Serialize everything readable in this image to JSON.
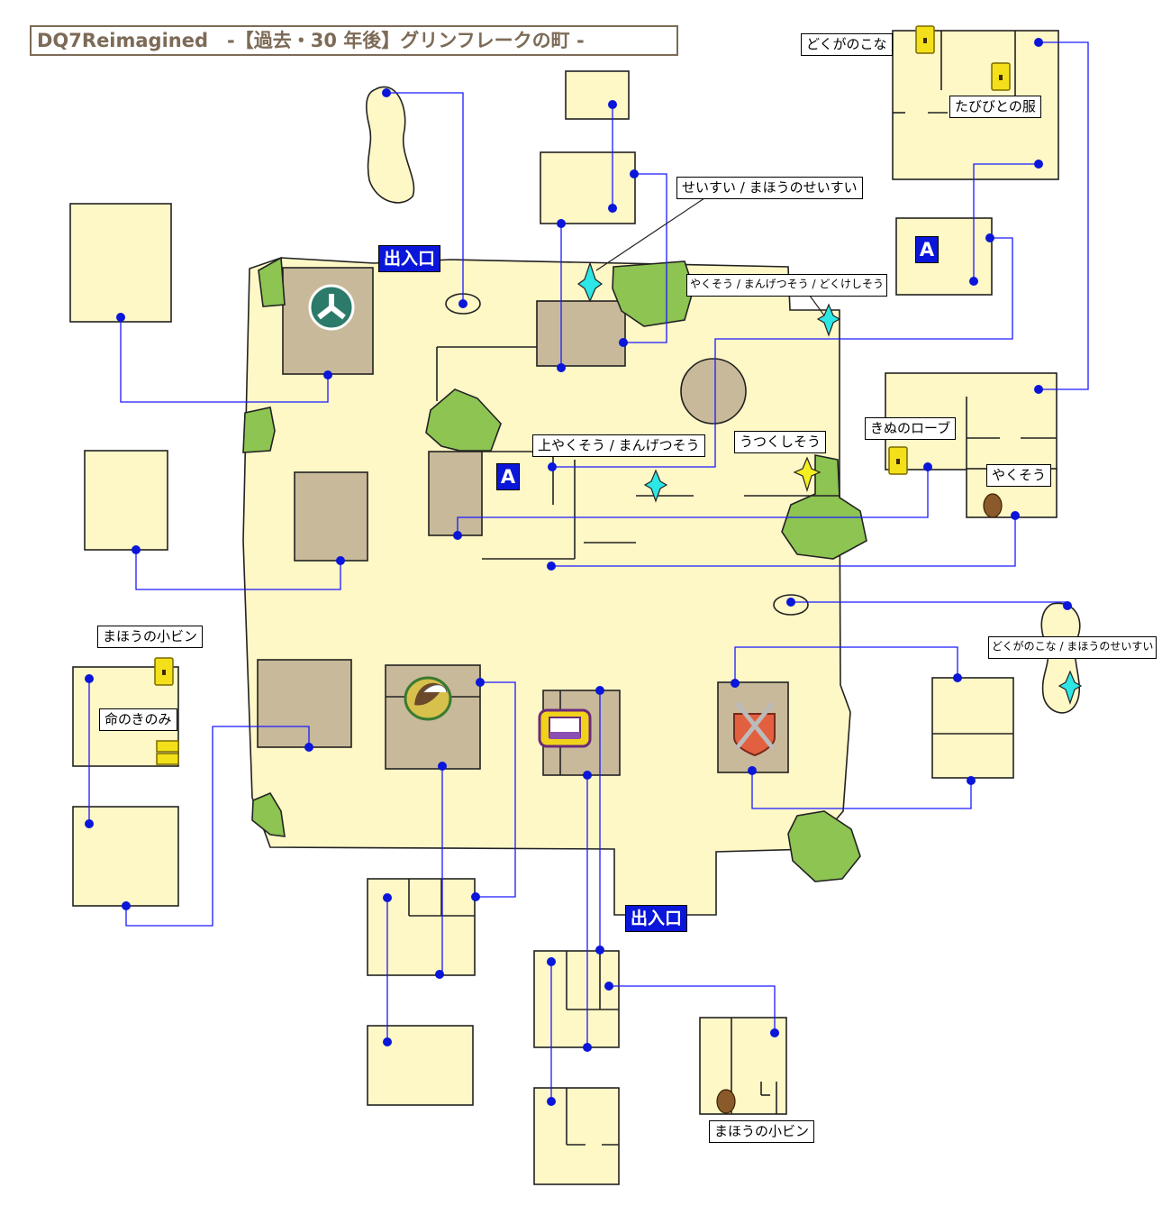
{
  "title": "DQ7Reimagined　-【過去・30 年後】グリンフレークの町 -",
  "exits": [
    "出入口",
    "出入口"
  ],
  "markers": [
    "A",
    "A"
  ],
  "labels": {
    "dokuga_top": "どくがのこな",
    "tabibito": "たびびとの服",
    "seisui": "せいすい / まほうのせいすい",
    "yakusou3": "やくそう / まんげつそう / どくけしそう",
    "kinu": "きぬのローブ",
    "utsukushi": "うつくしそう",
    "jouyakusou": "上やくそう / まんげつそう",
    "yakusou": "やくそう",
    "dokuga_island": "どくがのこな / まほうのせいすい",
    "mahou_left": "まほうの小ビン",
    "inochi": "命のきのみ",
    "mahou_bottom": "まほうの小ビン"
  },
  "colors": {
    "ground": "#fef7c6",
    "building": "#c8b99a",
    "tree": "#8dc452",
    "link": "#1a1aff",
    "exit_bg": "#0a16d9",
    "chest": "#f3e01a",
    "sparkle_cyan": "#2de6e6",
    "sparkle_yellow": "#f5ee20",
    "title_text": "#7d6b57"
  },
  "icons": [
    "weapon-shop-icon",
    "armor-shop-icon",
    "item-shop-icon",
    "inn-icon",
    "church-icon",
    "chest-icon",
    "drawer-icon",
    "barrel-icon",
    "sparkle-icon"
  ]
}
